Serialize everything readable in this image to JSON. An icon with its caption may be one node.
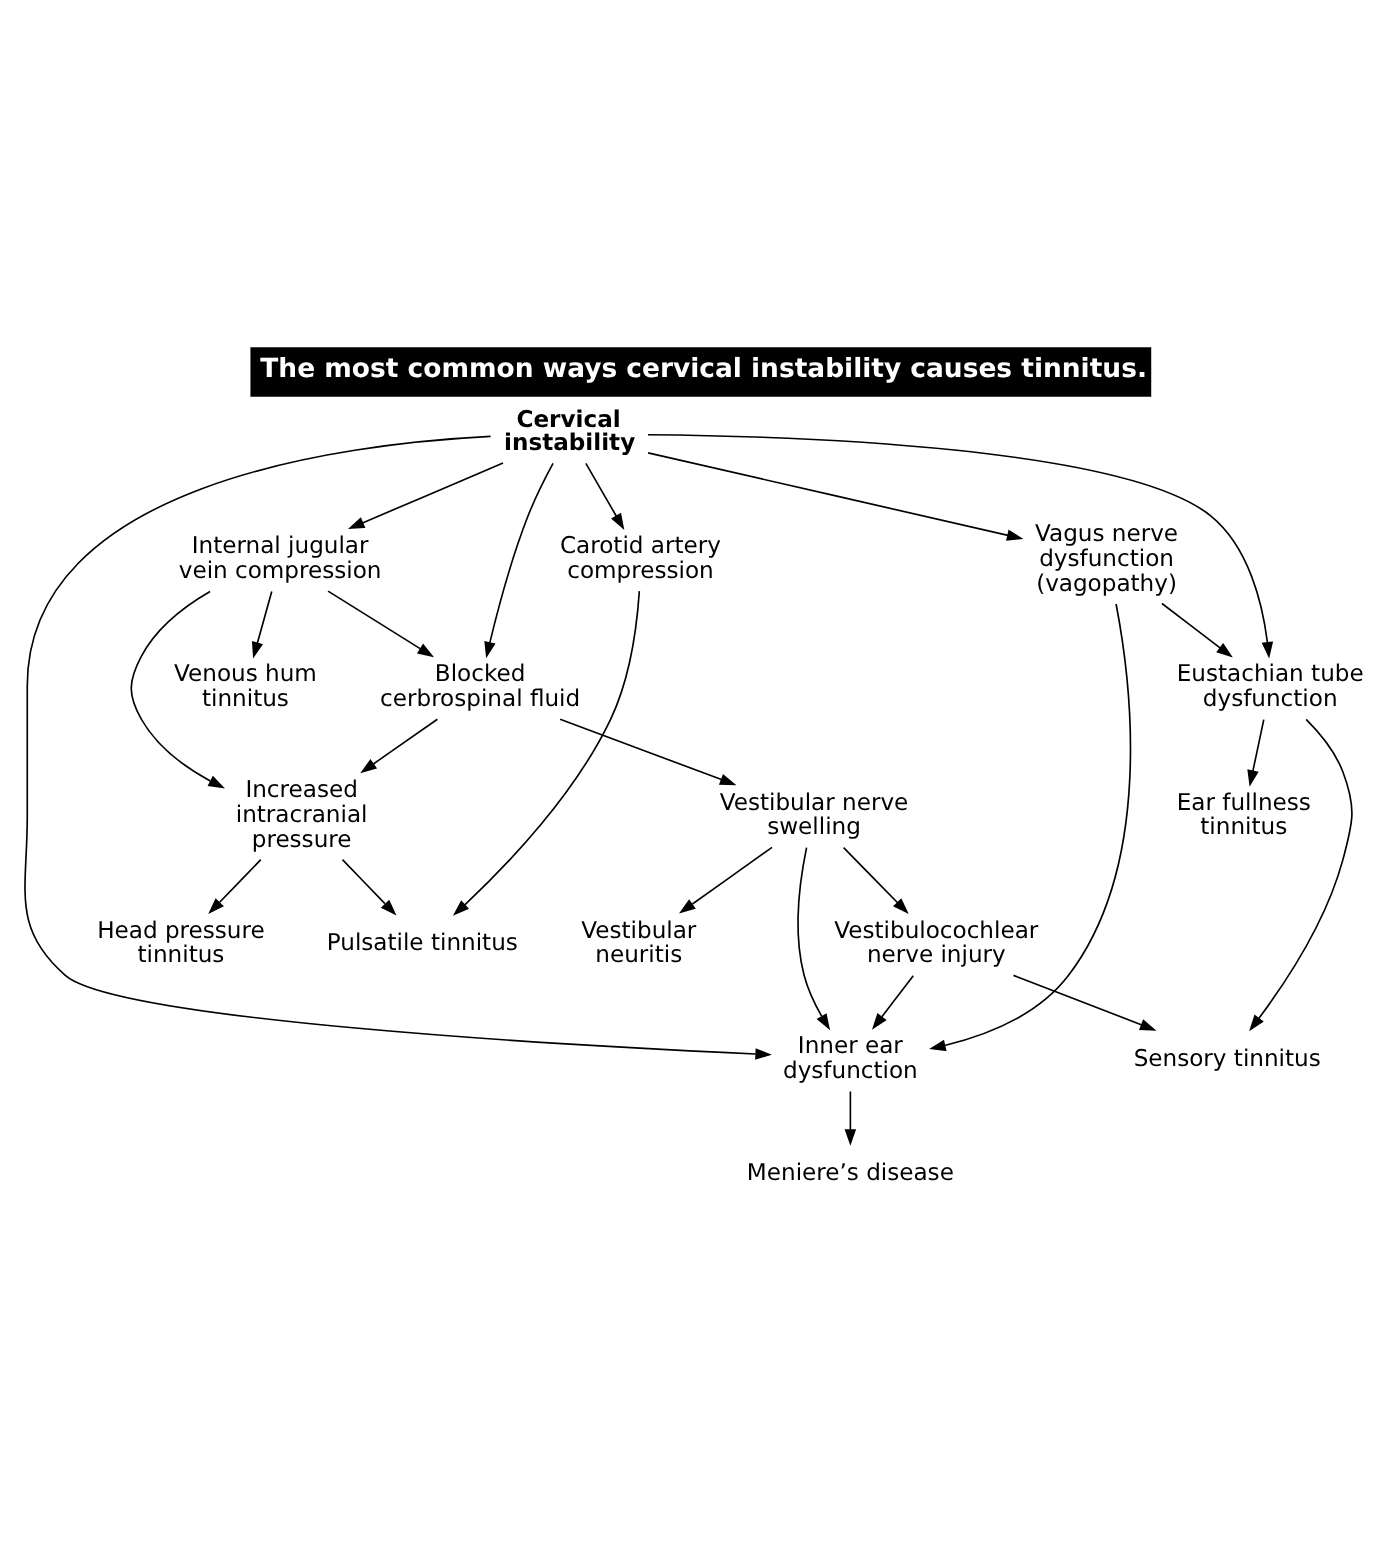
{
  "diagram": {
    "title": "The most common ways cervical instability causes tinnitus.",
    "nodes": [
      {
        "text": [
          "Head pressure tinnitus"
        ]
      },
      {
        "text": [
          "Venous hum tinnitus"
        ]
      },
      {
        "text": [
          "Pulsatile tinnitus"
        ]
      },
      {
        "text": [
          "Increased intracranial pressure"
        ]
      },
      {
        "text": [
          "Internal jugular vein compression"
        ]
      },
      {
        "text": [
          "Carotid artery compression"
        ]
      },
      {
        "text": [
          "Ear fullness tinnitus"
        ]
      },
      {
        "text": [
          "Vestibular neuritis"
        ]
      },
      {
        "text": [
          "Blocked cerbrospinal fluid"
        ]
      },
      {
        "text": [
          "Cervical instability"
        ]
      },
      {
        "text": [
          "Eustachian tube dysfunction"
        ]
      },
      {
        "text": [
          "Vestibular nerve swelling"
        ]
      },
      {
        "text": [
          "Inner ear dysfunction"
        ]
      },
      {
        "text": [
          "Vagus nerve dysfunction (vagopathy)"
        ]
      },
      {
        "text": [
          "Vestibulocochlear nerve injury"
        ]
      },
      {
        "text": [
          "Meniere’s disease"
        ]
      },
      {
        "text": [
          "Sensory tinnitus"
        ]
      }
    ],
    "edges": [
      {
        "from": 3,
        "to": 0,
        "arrow": "to"
      },
      {
        "from": 3,
        "to": 2,
        "arrow": "to"
      },
      {
        "from": 4,
        "to": 1,
        "arrow": "to"
      },
      {
        "from": 4,
        "to": 3,
        "arrow": "to"
      },
      {
        "from": 4,
        "to": 8,
        "arrow": "to"
      },
      {
        "from": 5,
        "to": 2,
        "arrow": "to"
      },
      {
        "from": 9,
        "to": 4,
        "arrow": "to"
      },
      {
        "from": 9,
        "to": 5,
        "arrow": "to"
      },
      {
        "from": 9,
        "to": 8,
        "arrow": "to"
      },
      {
        "from": 9,
        "to": 10,
        "arrow": "to"
      },
      {
        "from": 9,
        "to": 12,
        "arrow": "to"
      },
      {
        "from": 9,
        "to": 13,
        "arrow": "to"
      },
      {
        "from": 10,
        "to": 6,
        "arrow": "to"
      },
      {
        "from": 8,
        "to": 3,
        "arrow": "to"
      },
      {
        "from": 8,
        "to": 11,
        "arrow": "to"
      },
      {
        "from": 11,
        "to": 7,
        "arrow": "to"
      },
      {
        "from": 11,
        "to": 12,
        "arrow": "to"
      },
      {
        "from": 11,
        "to": 14,
        "arrow": "to"
      },
      {
        "from": 14,
        "to": 12,
        "arrow": "to"
      },
      {
        "from": 14,
        "to": 16,
        "arrow": "to"
      },
      {
        "from": 13,
        "to": 12,
        "arrow": "to"
      },
      {
        "from": 13,
        "to": 10,
        "arrow": "to"
      },
      {
        "from": 12,
        "to": 15,
        "arrow": "to"
      },
      {
        "from": 10,
        "to": 16,
        "arrow": "to"
      }
    ]
  }
}
